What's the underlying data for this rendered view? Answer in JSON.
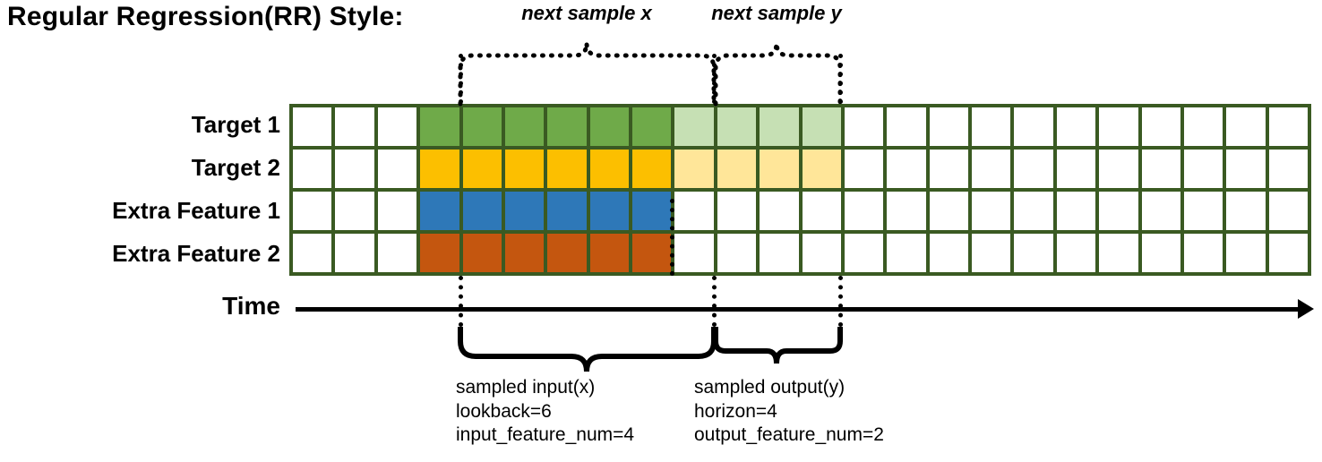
{
  "title": "Regular Regression(RR) Style:",
  "rows": [
    {
      "label": "Target 1",
      "key": "target1"
    },
    {
      "label": "Target 2",
      "key": "target2"
    },
    {
      "label": "Extra Feature 1",
      "key": "extra1"
    },
    {
      "label": "Extra Feature 2",
      "key": "extra2"
    }
  ],
  "axis": {
    "label": "Time"
  },
  "top_annotations": [
    {
      "text": "next sample x",
      "span": "input"
    },
    {
      "text": "next sample y",
      "span": "output"
    }
  ],
  "bottom_annotations": [
    {
      "title": "sampled input(x)",
      "line2": "lookback=6",
      "line3": "input_feature_num=4"
    },
    {
      "title": "sampled output(y)",
      "line2": "horizon=4",
      "line3": "output_feature_num=2"
    }
  ],
  "grid": {
    "columns": 24,
    "lead_blank": 3,
    "lookback": 6,
    "horizon": 4,
    "trailing_blank": 11,
    "border_color": "#3a5a22"
  },
  "colors": {
    "target1_input": "#6faa49",
    "target1_output": "#c6e0b4",
    "target2_input": "#fcbf00",
    "target2_output": "#ffe699",
    "extra1_input": "#2e78b8",
    "extra2_input": "#c4560f",
    "blank": "#ffffff",
    "line": "#000000"
  }
}
